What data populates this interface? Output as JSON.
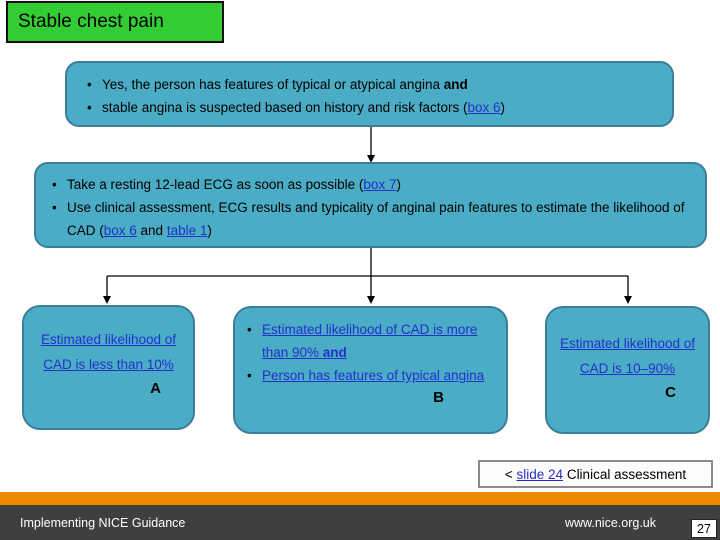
{
  "title_box": {
    "label": "Stable chest pain"
  },
  "box1": {
    "b1_text": "Yes, the person has features of typical or atypical angina ",
    "b1_and": "and",
    "b2_text": "stable angina is suspected based on history and risk factors (",
    "b2_link": "box 6",
    "b2_close": ")"
  },
  "box2": {
    "b1_text": "Take a resting 12-lead ECG as soon as possible (",
    "b1_link": "box 7",
    "b1_close": ")",
    "b2_text": "Use clinical assessment, ECG results and typicality of anginal pain features to estimate the likelihood of CAD (",
    "b2_link1": "box 6",
    "b2_and": " and ",
    "b2_link2": "table 1",
    "b2_close": ")"
  },
  "boxA": {
    "link_text": "Estimated likelihood of CAD is less than 10%",
    "label": "A"
  },
  "boxB": {
    "b1_link": "Estimated likelihood of CAD is more than 90% ",
    "b1_and": "and",
    "b2_link": "Person has features of typical angina",
    "label": "B"
  },
  "boxC": {
    "link_text": "Estimated likelihood of CAD is 10–90%",
    "label": "C"
  },
  "bullet_glyph": "•",
  "slide_ref": {
    "prefix": "< ",
    "link": "slide 24",
    "suffix": " Clinical assessment"
  },
  "footer": {
    "left": "Implementing NICE Guidance",
    "url": "www.nice.org.uk",
    "page": "27"
  },
  "colors": {
    "box_teal": "#4BACC6",
    "box_teal_border": "#3B7E99",
    "title_green": "#33CC33",
    "hyperlink_blue": "#2230CC",
    "orange_bar": "#EE8A00",
    "footer_gray": "#3F3F3F"
  }
}
